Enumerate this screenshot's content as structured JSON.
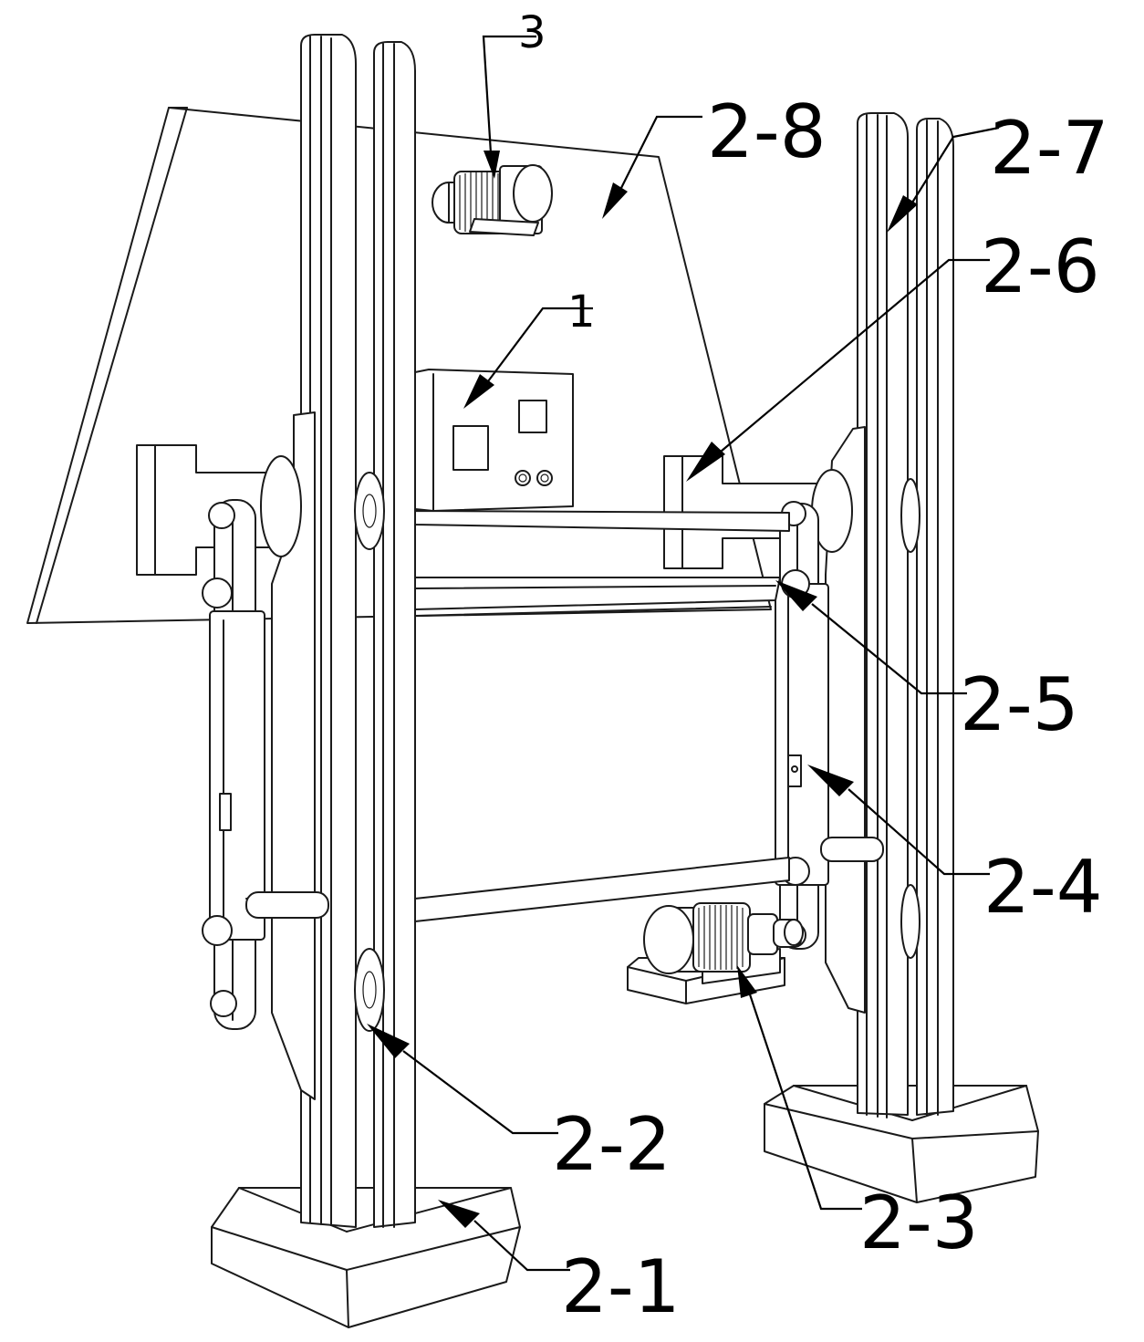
{
  "labels": {
    "l1": "1",
    "l3": "3",
    "l2_1": "2-1",
    "l2_2": "2-2",
    "l2_3": "2-3",
    "l2_4": "2-4",
    "l2_5": "2-5",
    "l2_6": "2-6",
    "l2_7": "2-7",
    "l2_8": "2-8"
  },
  "colors": {
    "line": "#1a1a1a",
    "background": "#ffffff",
    "label": "#000000"
  }
}
